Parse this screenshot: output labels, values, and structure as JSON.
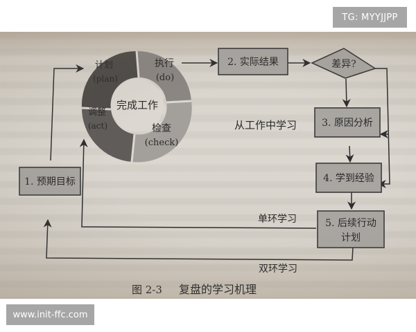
{
  "watermarks": {
    "top_right": "TG: MYYJJPP",
    "bottom_left": "www.init-ffc.com"
  },
  "diagram": {
    "caption_number": "图 2-3",
    "caption_title": "复盘的学习机理",
    "cycle": {
      "center": "完成工作",
      "segments": [
        {
          "label": "计划",
          "sub": "(plan)"
        },
        {
          "label": "执行",
          "sub": "(do)"
        },
        {
          "label": "检查",
          "sub": "(check)"
        },
        {
          "label": "调整",
          "sub": "(act)"
        }
      ]
    },
    "nodes": {
      "goal": "1. 预期目标",
      "result": "2. 实际结果",
      "diff": "差异?",
      "cause": "3. 原因分析",
      "lesson": "4. 学到经验",
      "plan_line1": "5. 后续行动",
      "plan_line2": "计划"
    },
    "annotations": {
      "learn_from_work": "从工作中学习",
      "single_loop": "单环学习",
      "double_loop": "双环学习"
    }
  },
  "colors": {
    "page": "#dcd8d1",
    "box_fill": "#a9a6a2",
    "ring_plan": "#4e4b48",
    "ring_do": "#8a8682",
    "ring_check": "#a3a09c",
    "ring_act": "#5f5c59",
    "watermark_bg": "#a6a6a6"
  }
}
